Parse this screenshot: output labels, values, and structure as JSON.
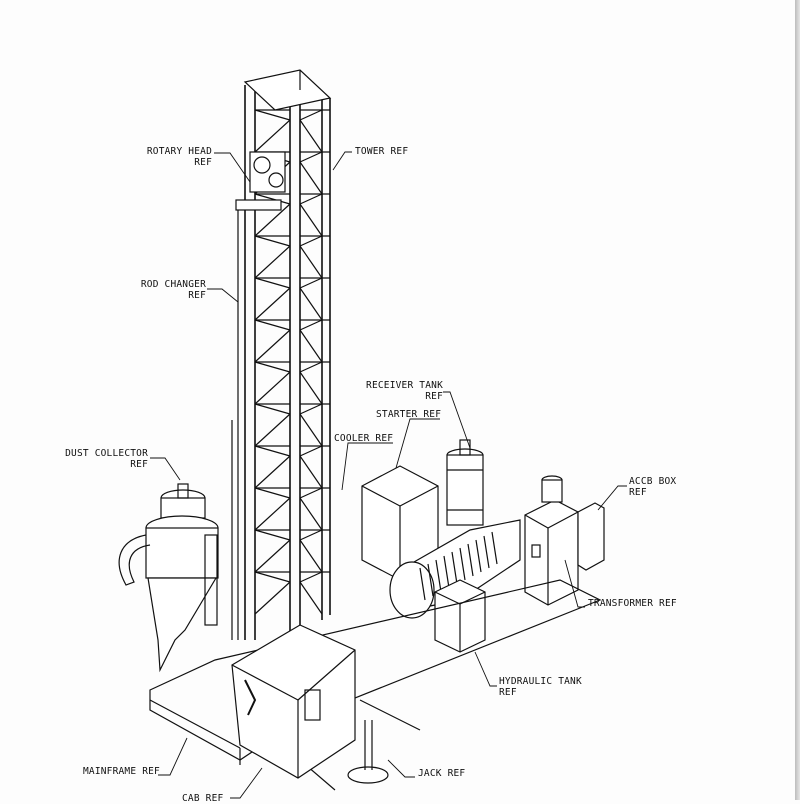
{
  "labels": {
    "rotary_head": [
      "ROTARY HEAD",
      "REF"
    ],
    "tower": "TOWER REF",
    "rod_changer": [
      "ROD CHANGER",
      "REF"
    ],
    "receiver_tank": [
      "RECEIVER TANK",
      "REF"
    ],
    "starter": "STARTER REF",
    "cooler": "COOLER REF",
    "dust_collector": [
      "DUST COLLECTOR",
      "REF"
    ],
    "accb_box": [
      "ACCB BOX",
      "REF"
    ],
    "transformer": "TRANSFORMER REF",
    "hydraulic_tank": [
      "HYDRAULIC TANK",
      "REF"
    ],
    "mainframe": "MAINFRAME REF",
    "jack": "JACK REF",
    "cab": "CAB REF"
  },
  "colors": {
    "line": "#111111",
    "paper": "#fdfdfd"
  }
}
